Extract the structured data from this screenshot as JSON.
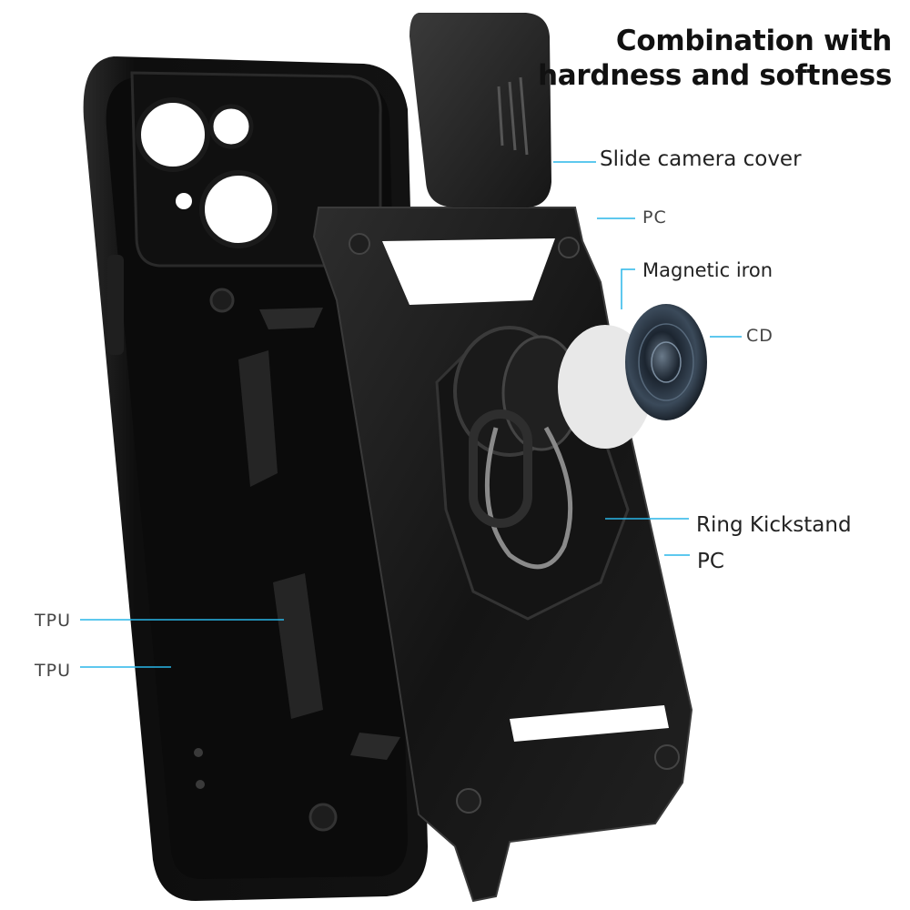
{
  "headline": {
    "line1": "Combination with",
    "line2": "hardness and softness"
  },
  "callouts": {
    "slide_camera_cover": "Slide camera cover",
    "pc_top": "PC",
    "magnetic_iron": "Magnetic iron",
    "cd": "CD",
    "ring_kickstand": "Ring Kickstand",
    "pc_bottom": "PC",
    "tpu_upper": "TPU",
    "tpu_lower": "TPU"
  },
  "colors": {
    "leader_line": "#29b6e8",
    "case_body": "#151515",
    "case_highlight": "#3a3a3a",
    "magnet_plate": "#e8e8e8",
    "cd_disc": "#1f2a36"
  }
}
